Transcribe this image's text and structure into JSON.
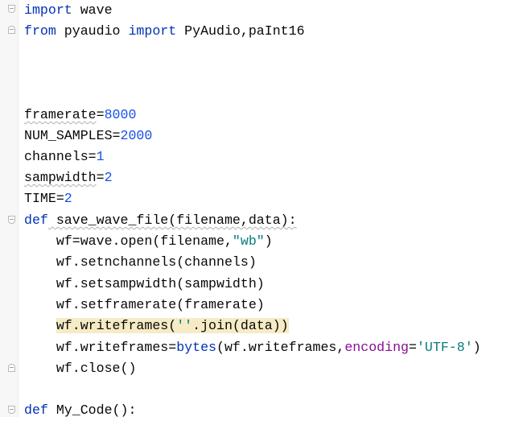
{
  "editor": {
    "lines": [
      {
        "tokens": [
          [
            "import",
            "kw"
          ],
          [
            " wave",
            ""
          ]
        ]
      },
      {
        "tokens": [
          [
            "from",
            "kw"
          ],
          [
            " pyaudio ",
            ""
          ],
          [
            "import",
            "kw"
          ],
          [
            " PyAudio,paInt16",
            ""
          ]
        ]
      },
      {
        "tokens": []
      },
      {
        "tokens": []
      },
      {
        "tokens": []
      },
      {
        "tokens": [
          [
            "framerate",
            "warn"
          ],
          [
            "=",
            ""
          ],
          [
            "8000",
            "num"
          ]
        ]
      },
      {
        "tokens": [
          [
            "NUM_SAMPLES=",
            ""
          ],
          [
            "2000",
            "num"
          ]
        ]
      },
      {
        "tokens": [
          [
            "channels=",
            ""
          ],
          [
            "1",
            "num"
          ]
        ]
      },
      {
        "tokens": [
          [
            "sampwidth",
            "warn"
          ],
          [
            "=",
            ""
          ],
          [
            "2",
            "num"
          ]
        ]
      },
      {
        "tokens": [
          [
            "TIME=",
            ""
          ],
          [
            "2",
            "num"
          ]
        ]
      },
      {
        "tokens": [
          [
            "def",
            "kw"
          ],
          [
            " save_wave_file(filename,data):",
            "warn"
          ]
        ]
      },
      {
        "tokens": [
          [
            "    wf=wave.open(filename,",
            ""
          ],
          [
            "\"wb\"",
            "str2"
          ],
          [
            ")",
            ""
          ]
        ]
      },
      {
        "tokens": [
          [
            "    wf.setnchannels(channels)",
            ""
          ]
        ]
      },
      {
        "tokens": [
          [
            "    wf.setsampwidth(sampwidth)",
            ""
          ]
        ]
      },
      {
        "tokens": [
          [
            "    wf.setframerate(framerate)",
            ""
          ]
        ]
      },
      {
        "tokens": [
          [
            "    ",
            ""
          ],
          [
            "wf.writeframes(",
            ""
          ],
          [
            "''",
            "str2"
          ],
          [
            ".join(data))",
            ""
          ]
        ],
        "highlight": true
      },
      {
        "tokens": [
          [
            "    wf.writeframes=",
            ""
          ],
          [
            "bytes",
            "kw"
          ],
          [
            "(wf.writeframes,",
            ""
          ],
          [
            "encoding",
            "param"
          ],
          [
            "=",
            ""
          ],
          [
            "'UTF-8'",
            "str2"
          ],
          [
            ")",
            ""
          ]
        ]
      },
      {
        "tokens": [
          [
            "    wf.close()",
            ""
          ]
        ]
      },
      {
        "tokens": []
      },
      {
        "tokens": [
          [
            "def",
            "kw"
          ],
          [
            " My_Code():",
            ""
          ]
        ]
      }
    ]
  }
}
